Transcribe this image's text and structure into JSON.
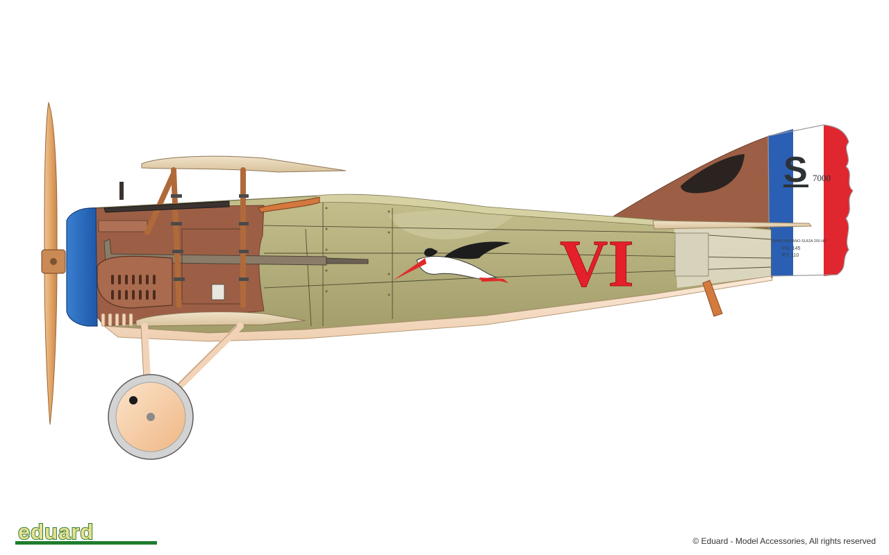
{
  "logo": {
    "text": "eduard",
    "colors": {
      "fill": "#e6e090",
      "outline": "#2e7a34",
      "underline": "#1e7d2e"
    }
  },
  "copyright": "© Eduard - Model Accessories, All rights reserved",
  "markings": {
    "fuselage_number": "VI",
    "fin_letter": "S",
    "fin_serial": "7000",
    "stencil": [
      "SPAD HISPANO-SUIZA 200 HP",
      "P.U.  145",
      "P.T.  110"
    ]
  },
  "colors": {
    "cowl_blue": "#2e6cc0",
    "fuselage_khaki": "#b0ac79",
    "camo_brown": "#9c5f45",
    "underside": "#f6dcc4",
    "propeller": "#e2a668",
    "roundel_red": "#e0262e",
    "roundel_white": "#ffffff",
    "roundel_blue": "#2b5fb3",
    "number_red": "#e5202a"
  }
}
